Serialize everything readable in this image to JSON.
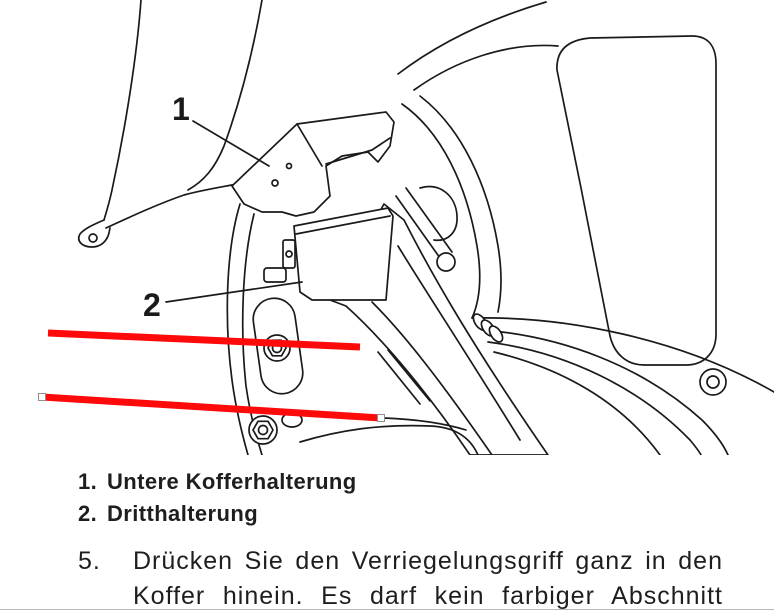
{
  "figure": {
    "callouts": [
      "1",
      "2"
    ]
  },
  "legend": [
    {
      "number": "1.",
      "label": "Untere Kofferhalterung"
    },
    {
      "number": "2.",
      "label": "Dritthalterung"
    }
  ],
  "step": {
    "number": "5.",
    "lines": [
      "Drücken Sie den Verriegelungsgriff ganz in den",
      "Koffer hinein. Es darf kein farbiger Abschnitt"
    ]
  },
  "annotations": [
    {
      "color": "#ff0a0a",
      "selected": false
    },
    {
      "color": "#ff0a0a",
      "selected": true
    }
  ],
  "colors": {
    "ink": "#1a1a1a",
    "text": "#1e1e1e",
    "handle_border": "#8f8f8f"
  }
}
